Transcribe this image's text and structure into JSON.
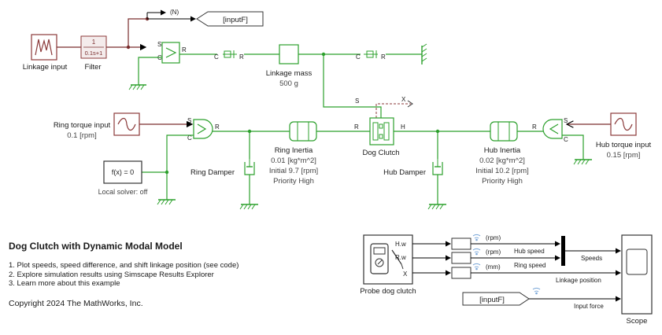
{
  "colors": {
    "physical": "#2ca02c",
    "mech_translational": "#7a2d2d",
    "signal": "#000000",
    "block_border": "#333333",
    "source_border": "#8b3a3a"
  },
  "blocks": {
    "linkage_input": "Linkage input",
    "filter": {
      "label": "Filter",
      "numerator": "1",
      "denominator": "0.1s+1"
    },
    "goto_neutral": "(N)",
    "goto_inputF": "[inputF]",
    "linkage_mass": {
      "label": "Linkage mass",
      "value": "500 g"
    },
    "ring_torque": {
      "label": "Ring torque input",
      "value": "0.1 [rpm]"
    },
    "ring_inertia": {
      "label": "Ring Inertia",
      "inertia": "0.01 [kg*m^2]",
      "initial": "Initial 9.7 [rpm]",
      "priority": "Priority High"
    },
    "dog_clutch": "Dog Clutch",
    "hub_inertia": {
      "label": "Hub Inertia",
      "inertia": "0.02 [kg*m^2]",
      "initial": "Initial 10.2 [rpm]",
      "priority": "Priority High"
    },
    "hub_torque": {
      "label": "Hub torque input",
      "value": "0.15 [rpm]"
    },
    "ring_damper": "Ring Damper",
    "hub_damper": "Hub Damper",
    "solver": {
      "text": "f(x) = 0",
      "label": "Local solver: off"
    },
    "probe": "Probe dog clutch",
    "scope": "Scope",
    "from_inputF": "[inputF]"
  },
  "ports": {
    "s": "S",
    "c": "C",
    "r": "R",
    "h": "H",
    "x": "X",
    "hw": "H.w",
    "rw": "R.w",
    "probe_x": "X"
  },
  "signals": {
    "unit_rpm1": "(rpm)",
    "unit_rpm2": "(rpm)",
    "unit_mm": "(mm)",
    "hub_speed": "Hub speed",
    "ring_speed": "Ring speed",
    "speeds": "Speeds",
    "linkage_position": "Linkage position",
    "input_force": "Input force"
  },
  "info": {
    "title": "Dog Clutch with Dynamic Modal Model",
    "items": [
      "1. Plot speeds, speed difference, and shift linkage position (see code)",
      "2. Explore simulation results using Simscape Results Explorer",
      "3. Learn more about this example"
    ],
    "copyright": "Copyright 2024 The MathWorks, Inc."
  }
}
